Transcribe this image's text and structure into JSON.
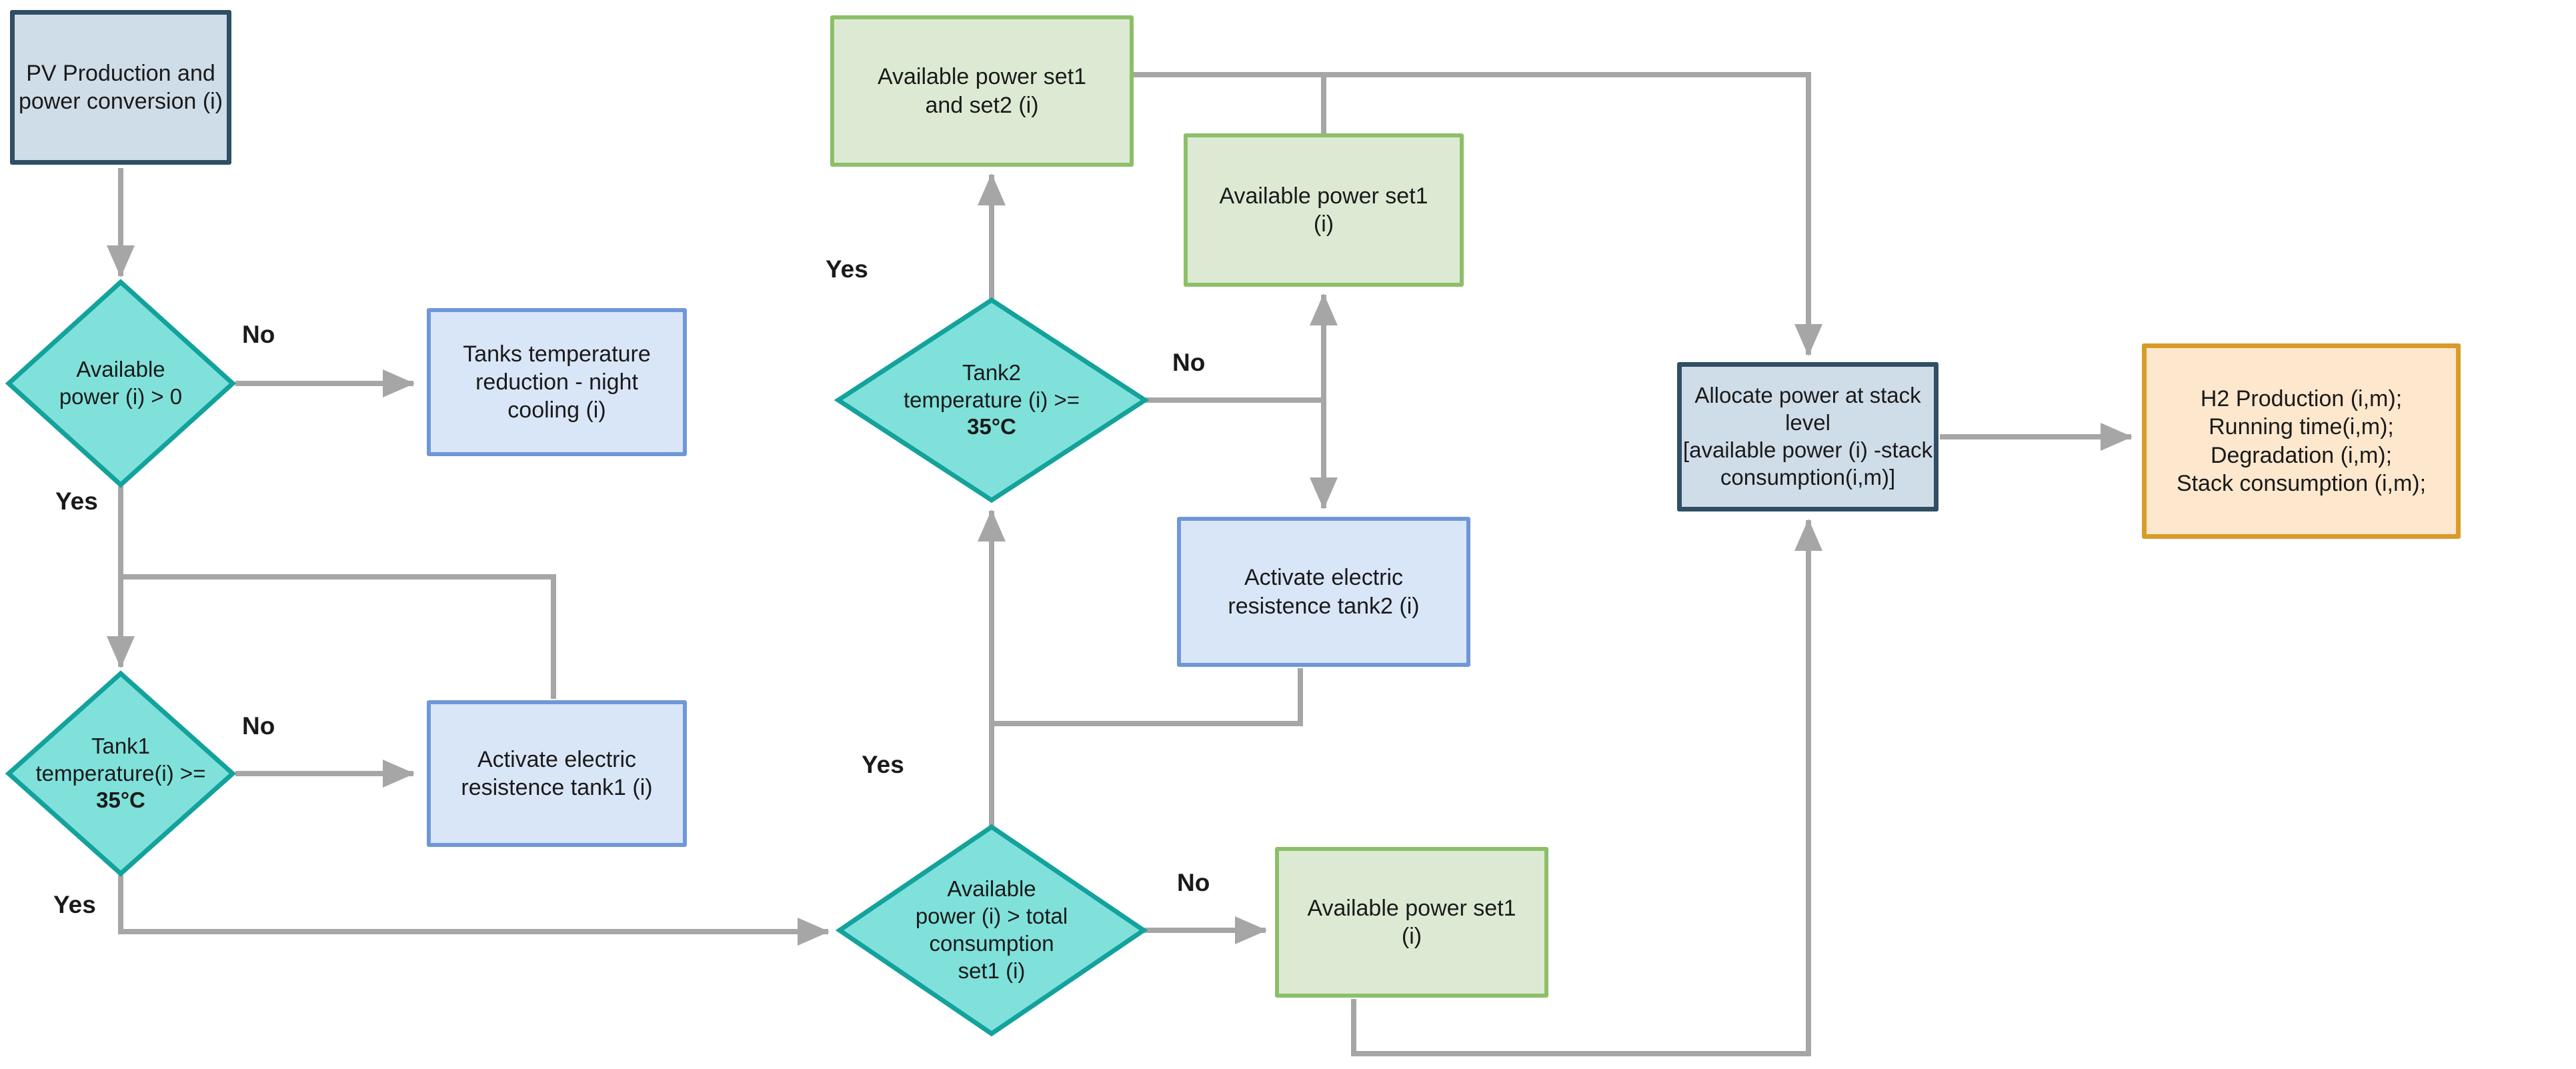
{
  "diagram": {
    "type": "flowchart",
    "nodes": {
      "pv": {
        "kind": "start",
        "lines": [
          "PV Production and",
          "power conversion (i)"
        ]
      },
      "d_power": {
        "kind": "decision",
        "lines": [
          "Available",
          "power (i) > 0"
        ]
      },
      "tanks_cool": {
        "kind": "process",
        "lines": [
          "Tanks temperature",
          "reduction - night",
          "cooling (i)"
        ]
      },
      "d_tank1": {
        "kind": "decision",
        "lines": [
          "Tank1",
          "temperature(i) >="
        ],
        "bold": "35°C"
      },
      "act_tank1": {
        "kind": "process",
        "lines": [
          "Activate electric",
          "resistence tank1 (i)"
        ]
      },
      "set12": {
        "kind": "data",
        "lines": [
          "Available power set1",
          "and set2 (i)"
        ]
      },
      "d_tank2": {
        "kind": "decision",
        "lines": [
          "Tank2",
          "temperature (i) >="
        ],
        "bold": "35°C"
      },
      "set1_top": {
        "kind": "data",
        "lines": [
          "Available power set1",
          "(i)"
        ]
      },
      "act_tank2": {
        "kind": "process",
        "lines": [
          "Activate electric",
          "resistence tank2 (i)"
        ]
      },
      "d_total": {
        "kind": "decision",
        "lines": [
          "Available",
          "power (i) > total",
          "consumption",
          "set1 (i)"
        ]
      },
      "set1_bottom": {
        "kind": "data",
        "lines": [
          "Available power set1",
          "(i)"
        ]
      },
      "allocate": {
        "kind": "process",
        "lines": [
          "Allocate power at stack",
          "level",
          "[available power (i) -stack",
          "consumption(i,m)]"
        ]
      },
      "h2": {
        "kind": "output",
        "lines": [
          "H2 Production (i,m);",
          "Running time(i,m);",
          "Degradation (i,m);",
          "Stack consumption (i,m);"
        ]
      }
    },
    "labels": {
      "d_power_no": "No",
      "d_power_yes": "Yes",
      "d_tank1_no": "No",
      "d_tank1_yes": "Yes",
      "d_tank2_yes": "Yes",
      "d_tank2_no": "No",
      "d_total_yes": "Yes",
      "d_total_no": "No"
    },
    "edges": [
      {
        "from": "pv",
        "to": "d_power",
        "label": ""
      },
      {
        "from": "d_power",
        "to": "tanks_cool",
        "label": "No"
      },
      {
        "from": "d_power",
        "to": "d_tank1",
        "label": "Yes"
      },
      {
        "from": "d_power",
        "to": "act_tank1",
        "label": ""
      },
      {
        "from": "d_tank1",
        "to": "act_tank1",
        "label": "No"
      },
      {
        "from": "d_tank1",
        "to": "d_total",
        "label": "Yes"
      },
      {
        "from": "d_total",
        "to": "set1_bottom",
        "label": "No"
      },
      {
        "from": "d_total",
        "to": "d_tank2",
        "label": "Yes"
      },
      {
        "from": "act_tank2",
        "to": "d_tank2",
        "label": ""
      },
      {
        "from": "d_tank2",
        "to": "set12",
        "label": "Yes"
      },
      {
        "from": "d_tank2",
        "to": "set1_top",
        "label": "No"
      },
      {
        "from": "d_tank2",
        "to": "act_tank2",
        "label": "No"
      },
      {
        "from": "set12",
        "to": "allocate",
        "label": ""
      },
      {
        "from": "set1_top",
        "to": "allocate",
        "label": ""
      },
      {
        "from": "set1_bottom",
        "to": "allocate",
        "label": ""
      },
      {
        "from": "allocate",
        "to": "h2",
        "label": ""
      }
    ],
    "colors": {
      "decision_fill": "#80e1db",
      "decision_border": "#13a29c",
      "start_fill": "#cfdde9",
      "start_border": "#2f4f63",
      "process_fill": "#d9e6f8",
      "process_border": "#6f97d8",
      "data_fill": "#dcead3",
      "data_border": "#8cbf68",
      "output_fill": "#fde7cd",
      "output_border": "#d79b28",
      "wire": "#a6a6a6",
      "text": "#1a1a1a"
    }
  }
}
